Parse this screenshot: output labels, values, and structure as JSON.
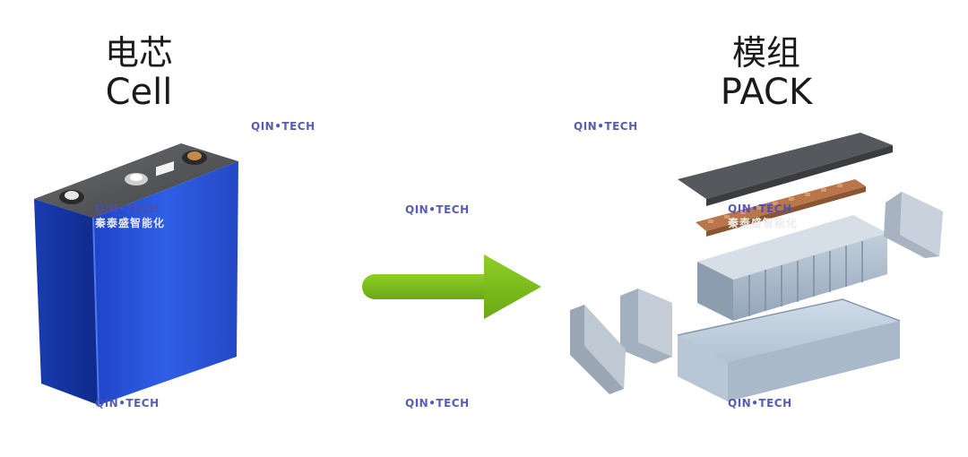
{
  "cell": {
    "label_zh": "电芯",
    "label_en": "Cell"
  },
  "pack": {
    "label_zh": "模组",
    "label_en": "PACK"
  },
  "watermark": {
    "text": "QIN•TECH",
    "text_cn": "秦泰盛智能化"
  },
  "colors": {
    "cell_blue": "#2b55d6",
    "arrow_green": "#7dbb1f",
    "watermark": "#4b4fae",
    "busbar_copper": "#b8764a",
    "module_gray": "#a7b6c8"
  },
  "icons": {
    "cell": "battery-cell-icon",
    "arrow": "arrow-right-icon",
    "pack": "exploded-battery-pack-icon"
  }
}
